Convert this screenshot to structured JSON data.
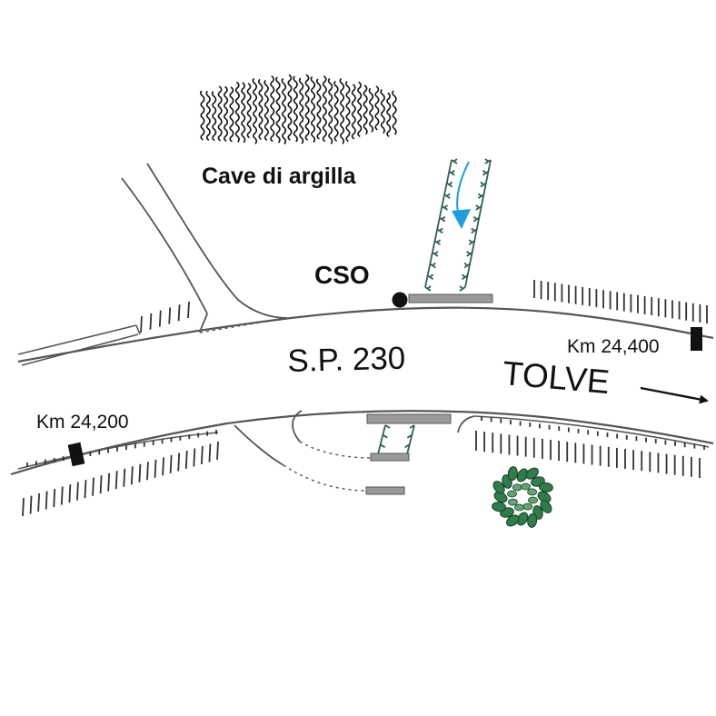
{
  "map": {
    "labels": {
      "quarry": "Cave di argilla",
      "station": "CSO",
      "road": "S.P. 230",
      "direction": "TOLVE",
      "km_west": "Km 24,200",
      "km_east": "Km 24,400"
    },
    "icons": {
      "quarry": "clay-quarry-hatching-icon",
      "flow": "water-flow-arrow-icon",
      "direction": "direction-arrow-icon",
      "vegetation": "tree-icon",
      "station": "station-point-icon",
      "km_marker": "kilometer-marker-icon"
    },
    "colors": {
      "road": "#555555",
      "label": "#111111",
      "channel": "#2f5f5a",
      "water_arrow": "#1a9ee0",
      "culvert": "#9a9a9a",
      "tree": "#2e7d4a"
    }
  }
}
